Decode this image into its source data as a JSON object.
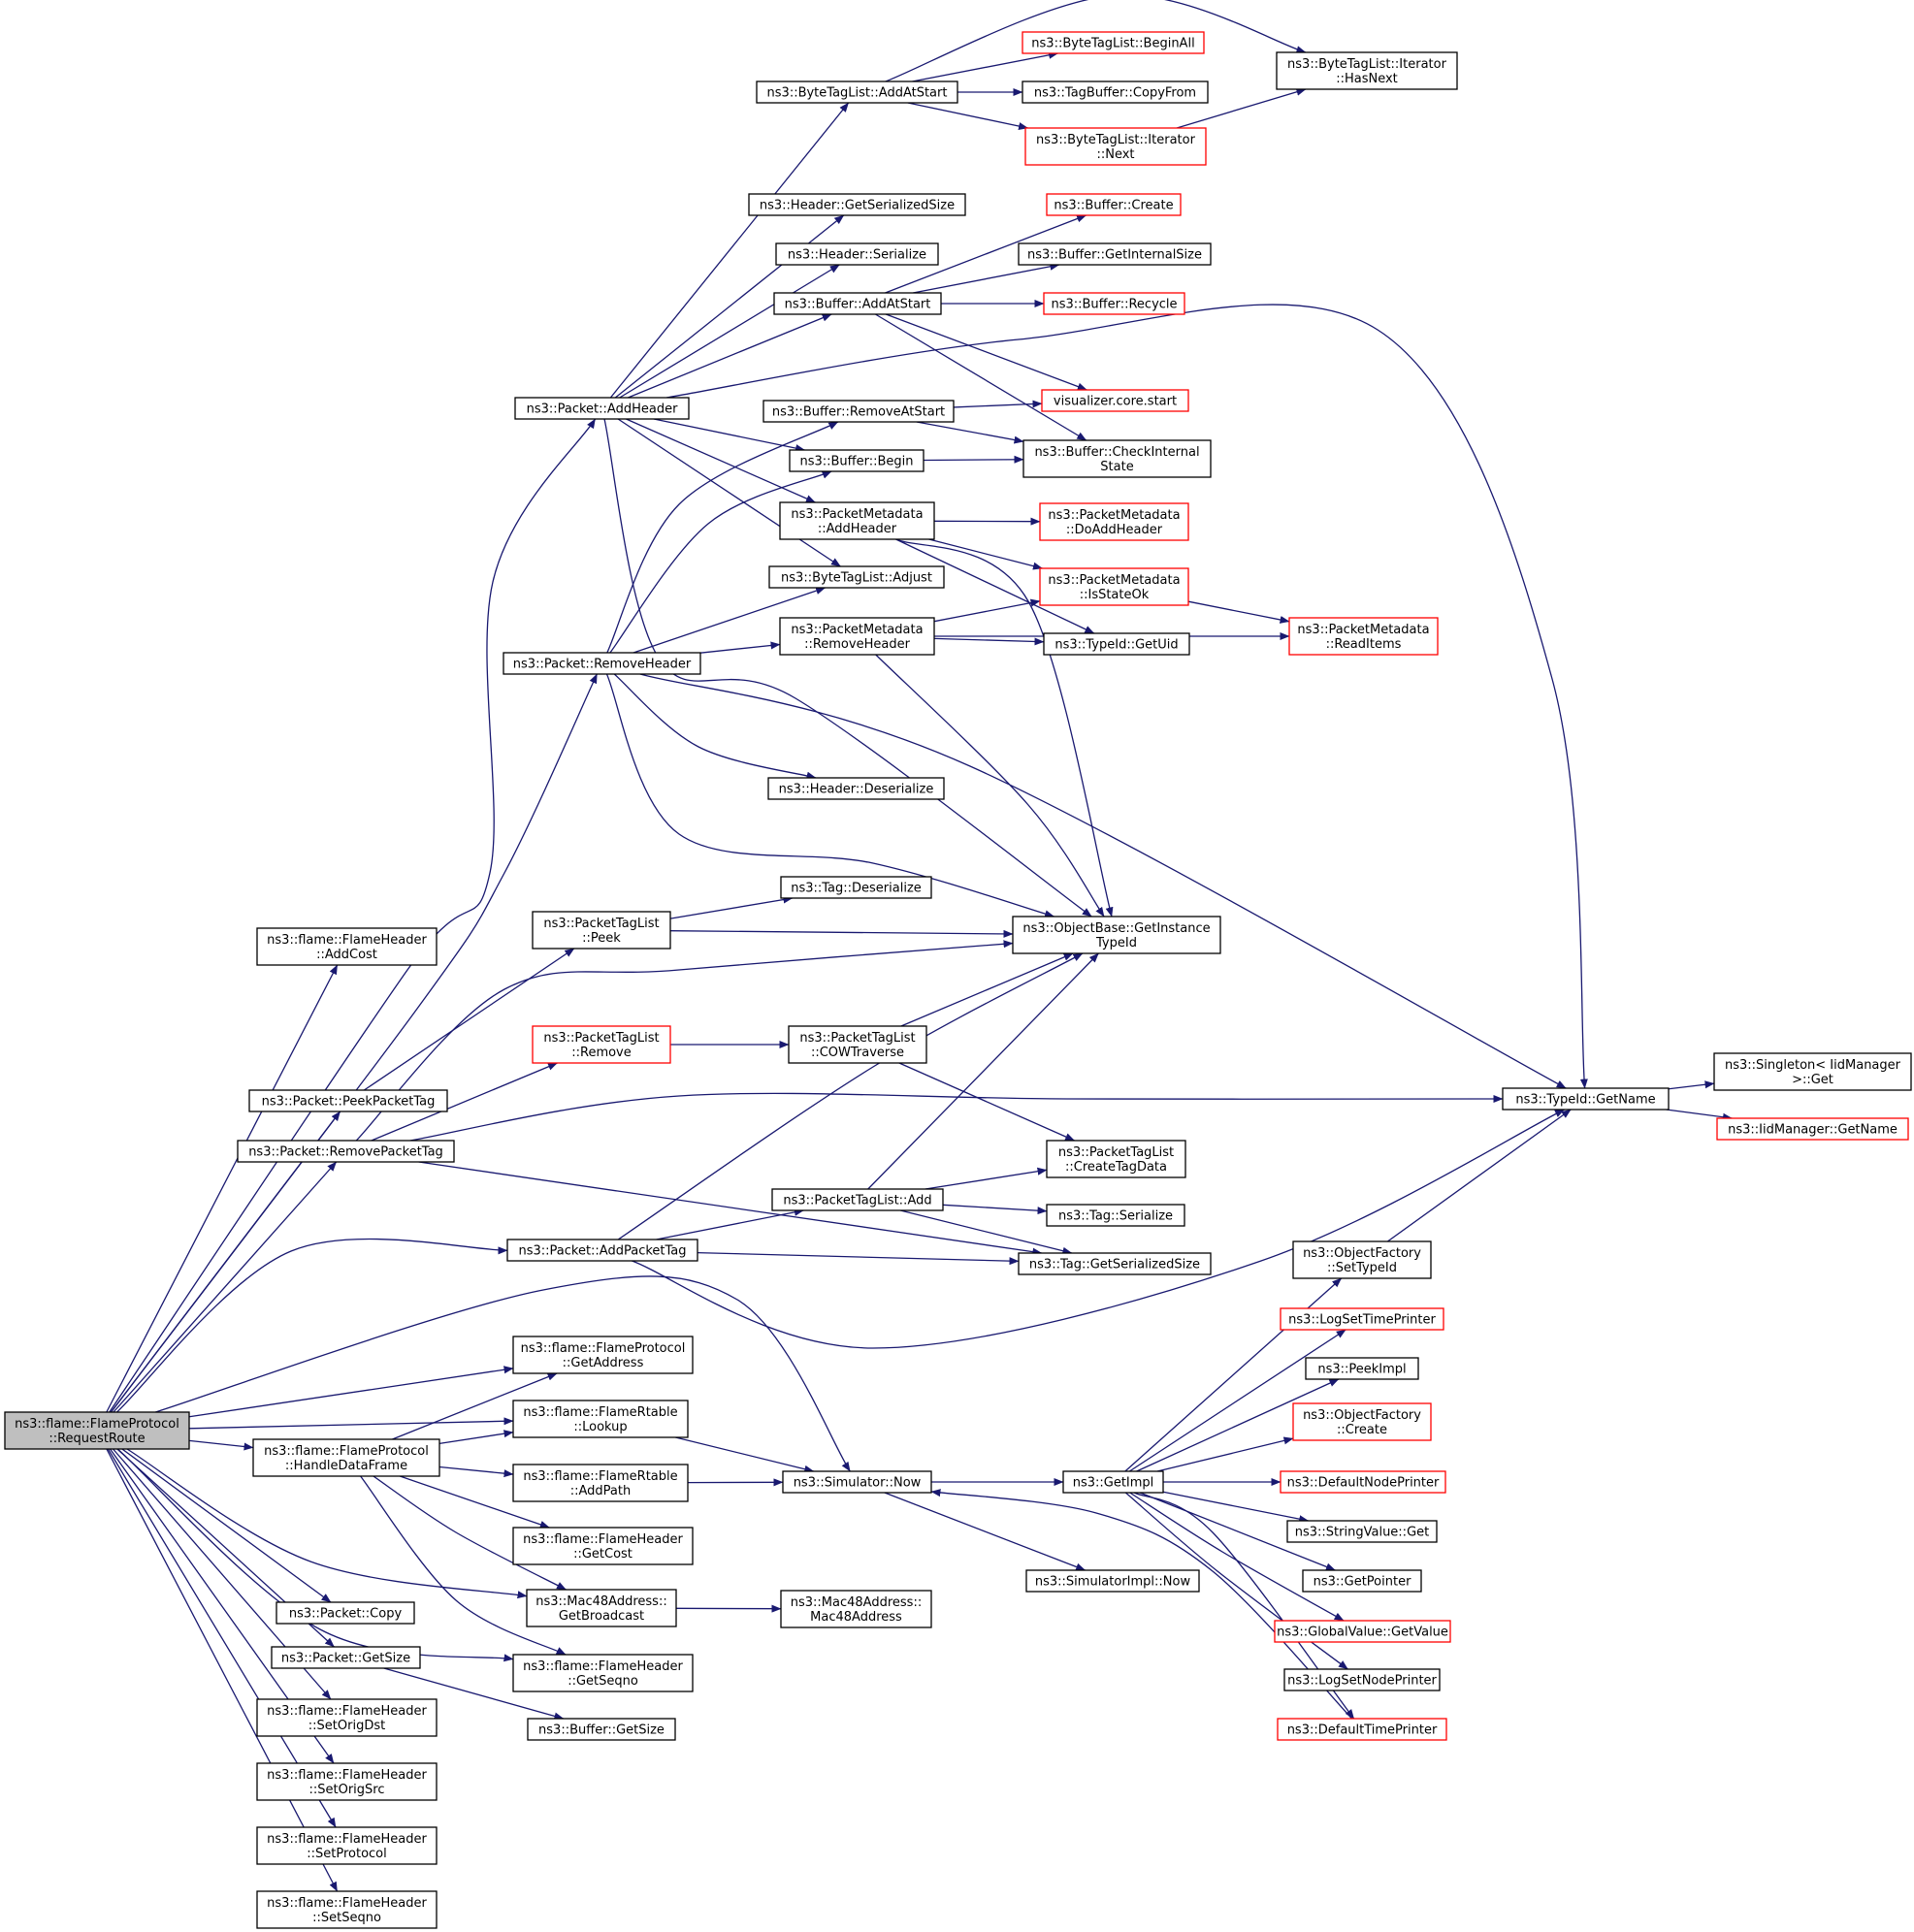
{
  "colors": {
    "edge": "#191970",
    "normal_border": "#000000",
    "truncated_border": "#ff0000",
    "root_fill": "#bfbfbf",
    "background": "#ffffff"
  },
  "nodes": [
    {
      "id": "root",
      "lines": [
        "ns3::flame::FlameProtocol",
        "::RequestRoute"
      ],
      "kind": "root"
    },
    {
      "id": "fh_addcost",
      "lines": [
        "ns3::flame::FlameHeader",
        "::AddCost"
      ],
      "kind": "normal"
    },
    {
      "id": "pkt_addheader",
      "lines": [
        "ns3::Packet::AddHeader"
      ],
      "kind": "normal"
    },
    {
      "id": "pkt_removeheader",
      "lines": [
        "ns3::Packet::RemoveHeader"
      ],
      "kind": "normal"
    },
    {
      "id": "pkt_peekpackettag",
      "lines": [
        "ns3::Packet::PeekPacketTag"
      ],
      "kind": "normal"
    },
    {
      "id": "pkt_removepackettag",
      "lines": [
        "ns3::Packet::RemovePacketTag"
      ],
      "kind": "normal"
    },
    {
      "id": "pkt_addpackettag",
      "lines": [
        "ns3::Packet::AddPacketTag"
      ],
      "kind": "normal"
    },
    {
      "id": "fp_getaddress",
      "lines": [
        "ns3::flame::FlameProtocol",
        "::GetAddress"
      ],
      "kind": "normal"
    },
    {
      "id": "frt_lookup",
      "lines": [
        "ns3::flame::FlameRtable",
        "::Lookup"
      ],
      "kind": "normal"
    },
    {
      "id": "fp_handledataframe",
      "lines": [
        "ns3::flame::FlameProtocol",
        "::HandleDataFrame"
      ],
      "kind": "normal"
    },
    {
      "id": "frt_addpath",
      "lines": [
        "ns3::flame::FlameRtable",
        "::AddPath"
      ],
      "kind": "normal"
    },
    {
      "id": "fh_getcost",
      "lines": [
        "ns3::flame::FlameHeader",
        "::GetCost"
      ],
      "kind": "normal"
    },
    {
      "id": "mac_getbroadcast",
      "lines": [
        "ns3::Mac48Address::",
        "GetBroadcast"
      ],
      "kind": "normal"
    },
    {
      "id": "fh_getseqno",
      "lines": [
        "ns3::flame::FlameHeader",
        "::GetSeqno"
      ],
      "kind": "normal"
    },
    {
      "id": "pkt_copy",
      "lines": [
        "ns3::Packet::Copy"
      ],
      "kind": "normal"
    },
    {
      "id": "pkt_getsize",
      "lines": [
        "ns3::Packet::GetSize"
      ],
      "kind": "normal"
    },
    {
      "id": "buf_getsize",
      "lines": [
        "ns3::Buffer::GetSize"
      ],
      "kind": "normal"
    },
    {
      "id": "fh_setorigdst",
      "lines": [
        "ns3::flame::FlameHeader",
        "::SetOrigDst"
      ],
      "kind": "normal"
    },
    {
      "id": "fh_setorigsrc",
      "lines": [
        "ns3::flame::FlameHeader",
        "::SetOrigSrc"
      ],
      "kind": "normal"
    },
    {
      "id": "fh_setprotocol",
      "lines": [
        "ns3::flame::FlameHeader",
        "::SetProtocol"
      ],
      "kind": "normal"
    },
    {
      "id": "fh_setseqno",
      "lines": [
        "ns3::flame::FlameHeader",
        "::SetSeqno"
      ],
      "kind": "normal"
    },
    {
      "id": "btl_addatstart",
      "lines": [
        "ns3::ByteTagList::AddAtStart"
      ],
      "kind": "normal"
    },
    {
      "id": "btl_beginall",
      "lines": [
        "ns3::ByteTagList::BeginAll"
      ],
      "kind": "red"
    },
    {
      "id": "tb_copyfrom",
      "lines": [
        "ns3::TagBuffer::CopyFrom"
      ],
      "kind": "normal"
    },
    {
      "id": "btl_it_next",
      "lines": [
        "ns3::ByteTagList::Iterator",
        "::Next"
      ],
      "kind": "red"
    },
    {
      "id": "btl_it_hasnext",
      "lines": [
        "ns3::ByteTagList::Iterator",
        "::HasNext"
      ],
      "kind": "normal"
    },
    {
      "id": "hdr_getserializedsize",
      "lines": [
        "ns3::Header::GetSerializedSize"
      ],
      "kind": "normal"
    },
    {
      "id": "hdr_serialize",
      "lines": [
        "ns3::Header::Serialize"
      ],
      "kind": "normal"
    },
    {
      "id": "buf_addatstart",
      "lines": [
        "ns3::Buffer::AddAtStart"
      ],
      "kind": "normal"
    },
    {
      "id": "buf_create",
      "lines": [
        "ns3::Buffer::Create"
      ],
      "kind": "red"
    },
    {
      "id": "buf_getinternalsize",
      "lines": [
        "ns3::Buffer::GetInternalSize"
      ],
      "kind": "normal"
    },
    {
      "id": "buf_recycle",
      "lines": [
        "ns3::Buffer::Recycle"
      ],
      "kind": "red"
    },
    {
      "id": "buf_removeatstart",
      "lines": [
        "ns3::Buffer::RemoveAtStart"
      ],
      "kind": "normal"
    },
    {
      "id": "vis_core_start",
      "lines": [
        "visualizer.core.start"
      ],
      "kind": "red"
    },
    {
      "id": "buf_begin",
      "lines": [
        "ns3::Buffer::Begin"
      ],
      "kind": "normal"
    },
    {
      "id": "buf_checkinternalstate",
      "lines": [
        "ns3::Buffer::CheckInternal",
        "State"
      ],
      "kind": "normal"
    },
    {
      "id": "pm_addheader",
      "lines": [
        "ns3::PacketMetadata",
        "::AddHeader"
      ],
      "kind": "normal"
    },
    {
      "id": "pm_doaddheader",
      "lines": [
        "ns3::PacketMetadata",
        "::DoAddHeader"
      ],
      "kind": "red"
    },
    {
      "id": "btl_adjust",
      "lines": [
        "ns3::ByteTagList::Adjust"
      ],
      "kind": "normal"
    },
    {
      "id": "pm_isstateok",
      "lines": [
        "ns3::PacketMetadata",
        "::IsStateOk"
      ],
      "kind": "red"
    },
    {
      "id": "pm_removeheader",
      "lines": [
        "ns3::PacketMetadata",
        "::RemoveHeader"
      ],
      "kind": "normal"
    },
    {
      "id": "tid_getuid",
      "lines": [
        "ns3::TypeId::GetUid"
      ],
      "kind": "normal"
    },
    {
      "id": "pm_readitems",
      "lines": [
        "ns3::PacketMetadata",
        "::ReadItems"
      ],
      "kind": "red"
    },
    {
      "id": "hdr_deserialize",
      "lines": [
        "ns3::Header::Deserialize"
      ],
      "kind": "normal"
    },
    {
      "id": "tag_deserialize",
      "lines": [
        "ns3::Tag::Deserialize"
      ],
      "kind": "normal"
    },
    {
      "id": "ptl_peek",
      "lines": [
        "ns3::PacketTagList",
        "::Peek"
      ],
      "kind": "normal"
    },
    {
      "id": "ob_getinstancetypeid",
      "lines": [
        "ns3::ObjectBase::GetInstance",
        "TypeId"
      ],
      "kind": "normal"
    },
    {
      "id": "ptl_remove",
      "lines": [
        "ns3::PacketTagList",
        "::Remove"
      ],
      "kind": "red"
    },
    {
      "id": "ptl_cowtraverse",
      "lines": [
        "ns3::PacketTagList",
        "::COWTraverse"
      ],
      "kind": "normal"
    },
    {
      "id": "tid_getname",
      "lines": [
        "ns3::TypeId::GetName"
      ],
      "kind": "normal"
    },
    {
      "id": "singleton_get",
      "lines": [
        "ns3::Singleton< IidManager",
        " >::Get"
      ],
      "kind": "normal"
    },
    {
      "id": "iid_getname",
      "lines": [
        "ns3::IidManager::GetName"
      ],
      "kind": "red"
    },
    {
      "id": "ptl_createtagdata",
      "lines": [
        "ns3::PacketTagList",
        "::CreateTagData"
      ],
      "kind": "normal"
    },
    {
      "id": "ptl_add",
      "lines": [
        "ns3::PacketTagList::Add"
      ],
      "kind": "normal"
    },
    {
      "id": "tag_serialize",
      "lines": [
        "ns3::Tag::Serialize"
      ],
      "kind": "normal"
    },
    {
      "id": "tag_getserializedsize",
      "lines": [
        "ns3::Tag::GetSerializedSize"
      ],
      "kind": "normal"
    },
    {
      "id": "of_settypeid",
      "lines": [
        "ns3::ObjectFactory",
        "::SetTypeId"
      ],
      "kind": "normal"
    },
    {
      "id": "logsettimeprinter",
      "lines": [
        "ns3::LogSetTimePrinter"
      ],
      "kind": "red"
    },
    {
      "id": "peekimpl",
      "lines": [
        "ns3::PeekImpl"
      ],
      "kind": "normal"
    },
    {
      "id": "of_create",
      "lines": [
        "ns3::ObjectFactory",
        "::Create"
      ],
      "kind": "red"
    },
    {
      "id": "sim_now",
      "lines": [
        "ns3::Simulator::Now"
      ],
      "kind": "normal"
    },
    {
      "id": "getimpl",
      "lines": [
        "ns3::GetImpl"
      ],
      "kind": "normal"
    },
    {
      "id": "defaultnodeprinter",
      "lines": [
        "ns3::DefaultNodePrinter"
      ],
      "kind": "red"
    },
    {
      "id": "stringvalue_get",
      "lines": [
        "ns3::StringValue::Get"
      ],
      "kind": "normal"
    },
    {
      "id": "simimpl_now",
      "lines": [
        "ns3::SimulatorImpl::Now"
      ],
      "kind": "normal"
    },
    {
      "id": "getpointer",
      "lines": [
        "ns3::GetPointer"
      ],
      "kind": "normal"
    },
    {
      "id": "mac_mac48address",
      "lines": [
        "ns3::Mac48Address::",
        "Mac48Address"
      ],
      "kind": "normal"
    },
    {
      "id": "gv_getvalue",
      "lines": [
        "ns3::GlobalValue::GetValue"
      ],
      "kind": "red"
    },
    {
      "id": "logsetnodeprinter",
      "lines": [
        "ns3::LogSetNodePrinter"
      ],
      "kind": "normal"
    },
    {
      "id": "defaulttimeprinter",
      "lines": [
        "ns3::DefaultTimePrinter"
      ],
      "kind": "red"
    }
  ],
  "edges": [
    [
      "root",
      "fh_addcost"
    ],
    [
      "root",
      "pkt_addheader"
    ],
    [
      "root",
      "pkt_removeheader"
    ],
    [
      "root",
      "pkt_peekpackettag"
    ],
    [
      "root",
      "pkt_removepackettag"
    ],
    [
      "root",
      "pkt_addpackettag"
    ],
    [
      "root",
      "sim_now"
    ],
    [
      "root",
      "fp_getaddress"
    ],
    [
      "root",
      "frt_lookup"
    ],
    [
      "root",
      "fp_handledataframe"
    ],
    [
      "root",
      "mac_getbroadcast"
    ],
    [
      "root",
      "fh_getseqno"
    ],
    [
      "root",
      "pkt_copy"
    ],
    [
      "root",
      "pkt_getsize"
    ],
    [
      "root",
      "fh_setorigdst"
    ],
    [
      "root",
      "fh_setorigsrc"
    ],
    [
      "root",
      "fh_setprotocol"
    ],
    [
      "root",
      "fh_setseqno"
    ],
    [
      "pkt_addheader",
      "btl_addatstart"
    ],
    [
      "pkt_addheader",
      "hdr_getserializedsize"
    ],
    [
      "pkt_addheader",
      "hdr_serialize"
    ],
    [
      "pkt_addheader",
      "buf_addatstart"
    ],
    [
      "pkt_addheader",
      "tid_getname"
    ],
    [
      "pkt_addheader",
      "buf_begin"
    ],
    [
      "pkt_addheader",
      "pm_addheader"
    ],
    [
      "pkt_addheader",
      "btl_adjust"
    ],
    [
      "pkt_addheader",
      "ob_getinstancetypeid"
    ],
    [
      "pkt_removeheader",
      "buf_removeatstart"
    ],
    [
      "pkt_removeheader",
      "buf_begin"
    ],
    [
      "pkt_removeheader",
      "btl_adjust"
    ],
    [
      "pkt_removeheader",
      "pm_removeheader"
    ],
    [
      "pkt_removeheader",
      "hdr_deserialize"
    ],
    [
      "pkt_removeheader",
      "ob_getinstancetypeid"
    ],
    [
      "pkt_removeheader",
      "tid_getname"
    ],
    [
      "btl_addatstart",
      "btl_beginall"
    ],
    [
      "btl_addatstart",
      "tb_copyfrom"
    ],
    [
      "btl_addatstart",
      "btl_it_next"
    ],
    [
      "btl_addatstart",
      "btl_it_hasnext"
    ],
    [
      "btl_it_next",
      "btl_it_hasnext"
    ],
    [
      "buf_addatstart",
      "buf_create"
    ],
    [
      "buf_addatstart",
      "buf_getinternalsize"
    ],
    [
      "buf_addatstart",
      "buf_recycle"
    ],
    [
      "buf_addatstart",
      "vis_core_start"
    ],
    [
      "buf_addatstart",
      "buf_checkinternalstate"
    ],
    [
      "buf_removeatstart",
      "vis_core_start"
    ],
    [
      "buf_removeatstart",
      "buf_checkinternalstate"
    ],
    [
      "buf_begin",
      "buf_checkinternalstate"
    ],
    [
      "pm_addheader",
      "pm_doaddheader"
    ],
    [
      "pm_addheader",
      "pm_isstateok"
    ],
    [
      "pm_addheader",
      "tid_getuid"
    ],
    [
      "pm_addheader",
      "ob_getinstancetypeid"
    ],
    [
      "pm_isstateok",
      "pm_readitems"
    ],
    [
      "pm_removeheader",
      "pm_isstateok"
    ],
    [
      "pm_removeheader",
      "tid_getuid"
    ],
    [
      "pm_removeheader",
      "pm_readitems"
    ],
    [
      "pm_removeheader",
      "ob_getinstancetypeid"
    ],
    [
      "pkt_peekpackettag",
      "ptl_peek"
    ],
    [
      "ptl_peek",
      "tag_deserialize"
    ],
    [
      "ptl_peek",
      "ob_getinstancetypeid"
    ],
    [
      "pkt_removepackettag",
      "ob_getinstancetypeid"
    ],
    [
      "pkt_removepackettag",
      "ptl_remove"
    ],
    [
      "pkt_removepackettag",
      "tid_getname"
    ],
    [
      "pkt_removepackettag",
      "tag_getserializedsize"
    ],
    [
      "ptl_remove",
      "ptl_cowtraverse"
    ],
    [
      "ptl_cowtraverse",
      "ob_getinstancetypeid"
    ],
    [
      "ptl_cowtraverse",
      "ptl_createtagdata"
    ],
    [
      "pkt_addpackettag",
      "ob_getinstancetypeid"
    ],
    [
      "pkt_addpackettag",
      "ptl_add"
    ],
    [
      "pkt_addpackettag",
      "tag_getserializedsize"
    ],
    [
      "pkt_addpackettag",
      "tid_getname"
    ],
    [
      "ptl_add",
      "ob_getinstancetypeid"
    ],
    [
      "ptl_add",
      "ptl_createtagdata"
    ],
    [
      "ptl_add",
      "tag_serialize"
    ],
    [
      "ptl_add",
      "tag_getserializedsize"
    ],
    [
      "tid_getname",
      "singleton_get"
    ],
    [
      "tid_getname",
      "iid_getname"
    ],
    [
      "fp_handledataframe",
      "fp_getaddress"
    ],
    [
      "fp_handledataframe",
      "frt_lookup"
    ],
    [
      "fp_handledataframe",
      "frt_addpath"
    ],
    [
      "fp_handledataframe",
      "fh_getcost"
    ],
    [
      "fp_handledataframe",
      "mac_getbroadcast"
    ],
    [
      "fp_handledataframe",
      "fh_getseqno"
    ],
    [
      "frt_lookup",
      "sim_now"
    ],
    [
      "frt_addpath",
      "sim_now"
    ],
    [
      "mac_getbroadcast",
      "mac_mac48address"
    ],
    [
      "pkt_getsize",
      "buf_getsize"
    ],
    [
      "sim_now",
      "getimpl"
    ],
    [
      "sim_now",
      "simimpl_now"
    ],
    [
      "getimpl",
      "of_settypeid"
    ],
    [
      "getimpl",
      "logsettimeprinter"
    ],
    [
      "getimpl",
      "peekimpl"
    ],
    [
      "getimpl",
      "of_create"
    ],
    [
      "getimpl",
      "defaultnodeprinter"
    ],
    [
      "getimpl",
      "stringvalue_get"
    ],
    [
      "getimpl",
      "getpointer"
    ],
    [
      "getimpl",
      "gv_getvalue"
    ],
    [
      "getimpl",
      "logsetnodeprinter"
    ],
    [
      "getimpl",
      "defaulttimeprinter"
    ],
    [
      "of_settypeid",
      "tid_getname"
    ],
    [
      "defaulttimeprinter",
      "sim_now"
    ]
  ]
}
